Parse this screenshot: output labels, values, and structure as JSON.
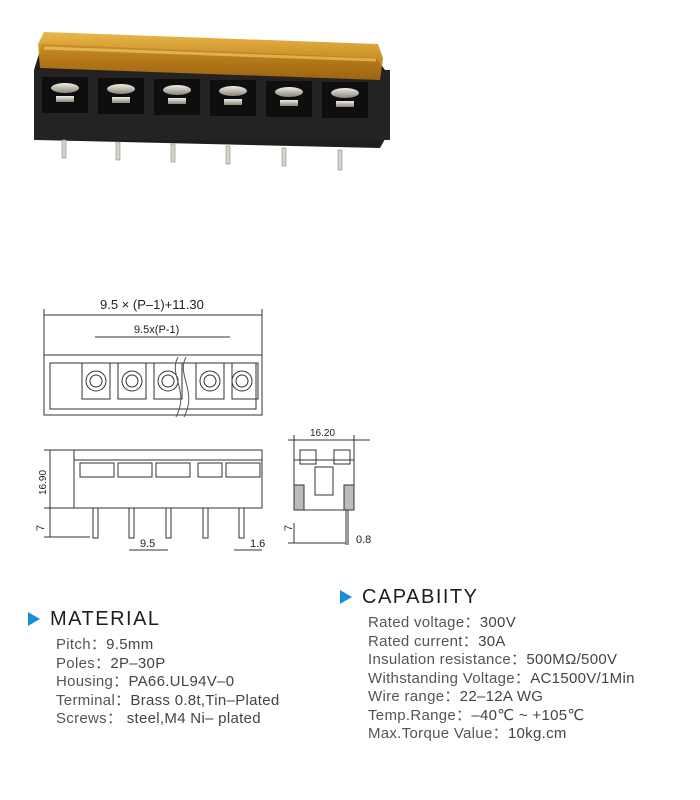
{
  "product_photo": {
    "alt": "Black barrier terminal block with amber transparent cover, 6 positions, PCB pins",
    "poles_shown": 6,
    "colors": {
      "housing": "#1c1a1a",
      "cover": "#d89a1a",
      "metal": "#c9c4b8"
    }
  },
  "drawing": {
    "top_view": {
      "overall_length_label": "9.5 × (P–1)+11.30",
      "pitch_span_label": "9.5x(P-1)",
      "poles_shown": 5
    },
    "front_view": {
      "height_label": "16.90",
      "pin_length_label": "7",
      "pitch_label": "9.5",
      "pin_width_label": "1.6"
    },
    "side_view": {
      "width_label": "16.20",
      "pin_length_label": "7",
      "pin_thickness_label": "0.8"
    }
  },
  "material": {
    "title": "MATERIAL",
    "items": [
      {
        "label": "Pitch：",
        "value": "9.5mm"
      },
      {
        "label": "Poles：",
        "value": "2P–30P"
      },
      {
        "label": "Housing：",
        "value": "PA66.UL94V–0"
      },
      {
        "label": "Terminal：",
        "value": "Brass 0.8t,Tin–Plated"
      },
      {
        "label": "Screws：",
        "value": " steel,M4  Ni– plated"
      }
    ]
  },
  "capability": {
    "title": "CAPABIITY",
    "items": [
      {
        "label": "Rated voltage：",
        "value": "300V"
      },
      {
        "label": "Rated current：",
        "value": "30A"
      },
      {
        "label": "Insulation resistance：",
        "value": "500MΩ/500V"
      },
      {
        "label": "Withstanding Voltage：",
        "value": "AC1500V/1Min"
      },
      {
        "label": "Wire range：",
        "value": "22–12A WG"
      },
      {
        "label": "Temp.Range：",
        "value": "–40℃ ~ +105℃"
      },
      {
        "label": "Max.Torque Value：",
        "value": "10kg.cm"
      }
    ]
  },
  "colors": {
    "accent": "#1b8fd6",
    "text": "#444444",
    "title": "#1e1e1e"
  }
}
